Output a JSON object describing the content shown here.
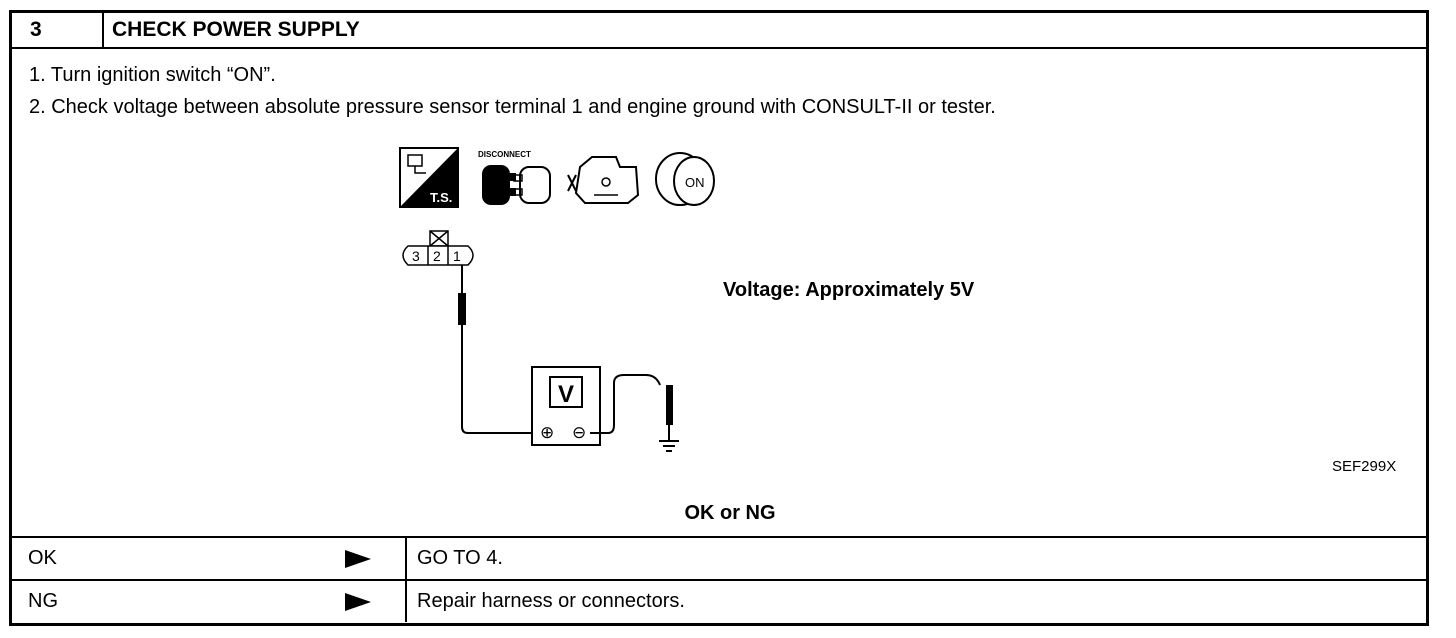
{
  "header": {
    "step_number": "3",
    "title": "CHECK POWER SUPPLY"
  },
  "steps": [
    "1. Turn ignition switch “ON”.",
    "2. Check voltage between absolute pressure sensor terminal 1 and engine ground with CONSULT-II or tester."
  ],
  "icons": [
    {
      "name": "ts-tester-icon",
      "label": "T.S."
    },
    {
      "name": "disconnect-icon",
      "label": "DISCONNECT"
    },
    {
      "name": "engine-icon"
    },
    {
      "name": "ignition-on-icon",
      "label": "ON"
    }
  ],
  "connector": {
    "terminals": [
      "3",
      "2",
      "1"
    ]
  },
  "meter": {
    "label": "V",
    "plus": "⊕",
    "minus": "⊖"
  },
  "spec": "Voltage: Approximately 5V",
  "figure_code": "SEF299X",
  "result_question": "OK or NG",
  "results": [
    {
      "label": "OK",
      "action": "GO TO 4."
    },
    {
      "label": "NG",
      "action": "Repair harness or connectors."
    }
  ]
}
